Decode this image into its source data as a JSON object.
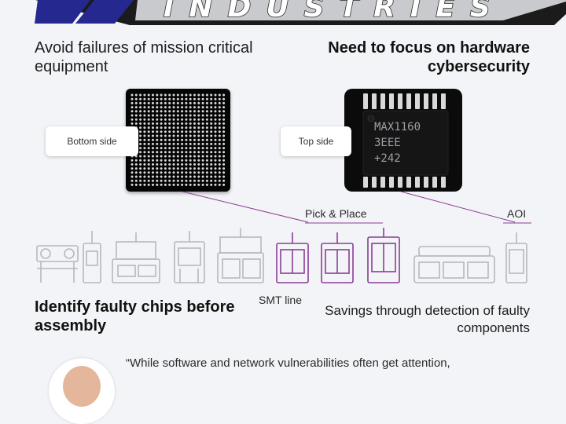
{
  "header": {
    "brand": "INDUSTRIES",
    "colors": {
      "dark": "#1b1b1b",
      "navy": "#24288f",
      "bar": "#c9cacd"
    }
  },
  "left_panel": {
    "heading": "Avoid failures of mission critical equipment",
    "chip_label": "Bottom side",
    "footer": "Identify faulty chips before assembly"
  },
  "right_panel": {
    "heading": "Need to focus on hardware cybersecurity",
    "chip_label": "Top side",
    "chip_marking": [
      "MAX1160",
      "3EEE",
      "+242"
    ],
    "footer": "Savings through detection of faulty components"
  },
  "production_line": {
    "station_labels": {
      "pick_place": "Pick & Place",
      "aoi": "AOI"
    },
    "line_label": "SMT line",
    "highlight_color": "#8a3e95",
    "machine_color": "#b8b8bc"
  },
  "quote": {
    "text": "“While software and network vulnerabilities often get attention,"
  }
}
